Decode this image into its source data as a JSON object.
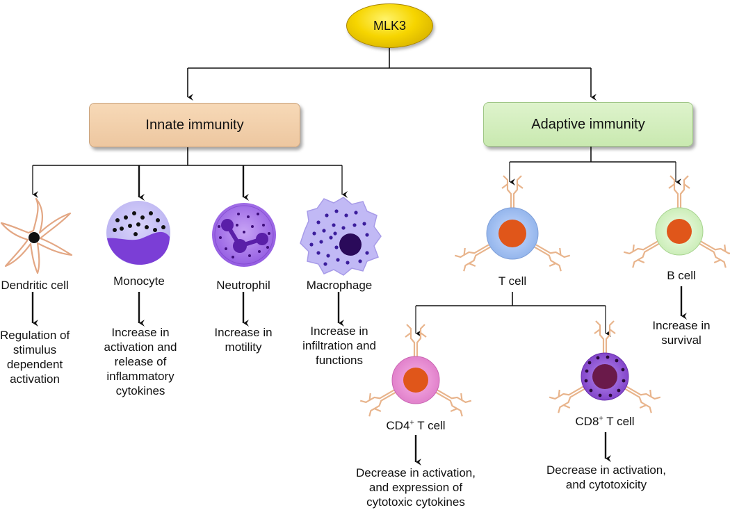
{
  "root": {
    "label": "MLK3"
  },
  "branches": {
    "innate": "Innate immunity",
    "adaptive": "Adaptive immunity"
  },
  "innate_cells": [
    {
      "name": "Dendritic cell",
      "effect": [
        "Regulation of",
        "stimulus",
        "dependent",
        "activation"
      ]
    },
    {
      "name": "Monocyte",
      "effect": [
        "Increase in",
        "activation and",
        "release of",
        "inflammatory",
        "cytokines"
      ]
    },
    {
      "name": "Neutrophil",
      "effect": [
        "Increase in",
        "motility"
      ]
    },
    {
      "name": "Macrophage",
      "effect": [
        "Increase in",
        "infiltration and",
        "functions"
      ]
    }
  ],
  "adaptive_cells": {
    "t_cell": {
      "name": "T cell"
    },
    "b_cell": {
      "name": "B cell",
      "effect": [
        "Increase in",
        "survival"
      ]
    },
    "cd4": {
      "name_prefix": "CD4",
      "name_sup": "+",
      "name_suffix": " T cell",
      "effect": [
        "Decrease in activation,",
        "and expression of",
        "cytotoxic cytokines"
      ]
    },
    "cd8": {
      "name_prefix": "CD8",
      "name_sup": "+",
      "name_suffix": " T cell",
      "effect": [
        "Decrease in activation,",
        "and cytotoxicity"
      ]
    }
  },
  "colors": {
    "innate_box": "#f1cfa9",
    "adaptive_box": "#d4eebf",
    "mlk3": "#f6d500",
    "receptor": "#e8b48c",
    "nucleus": "#e0561a",
    "t_cell": "#9fbfee",
    "b_cell": "#d9f4c7",
    "cd4": "#e98bd2",
    "cd8": "#8e4fd1",
    "monocyte": "#7b3ed6",
    "neutrophil": "#a270e8",
    "macrophage": "#bfb7f4"
  }
}
